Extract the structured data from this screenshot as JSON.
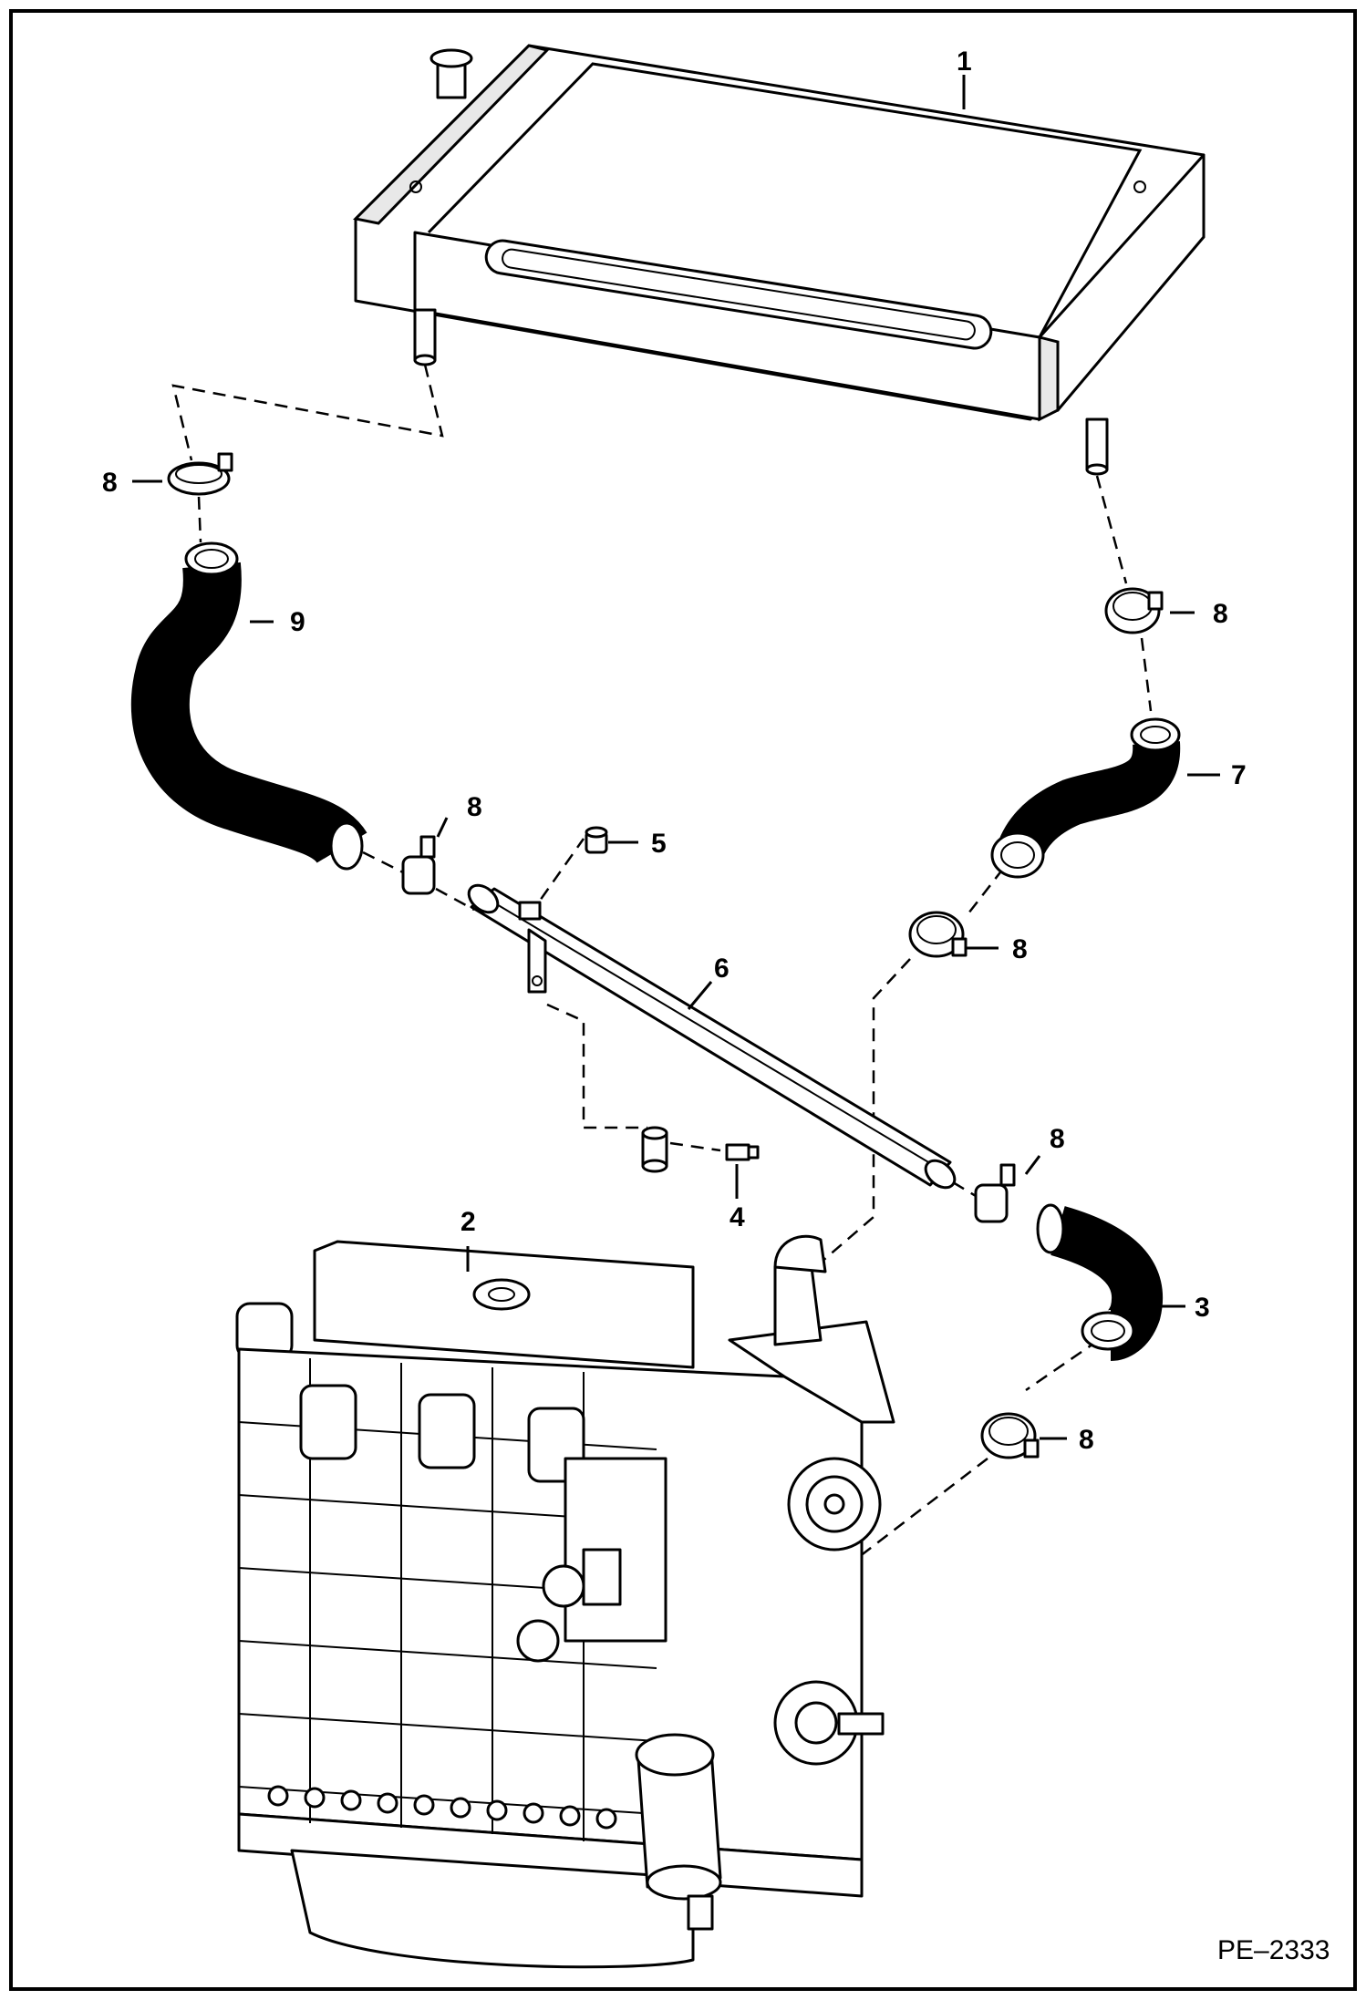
{
  "diagram": {
    "reference_code": "PE–2333",
    "callouts": {
      "radiator": "1",
      "engine": "2",
      "lower_hose": "3",
      "bolt": "4",
      "plug": "5",
      "tube": "6",
      "upper_right_hose": "7",
      "clamp": "8",
      "upper_left_hose": "9"
    }
  }
}
